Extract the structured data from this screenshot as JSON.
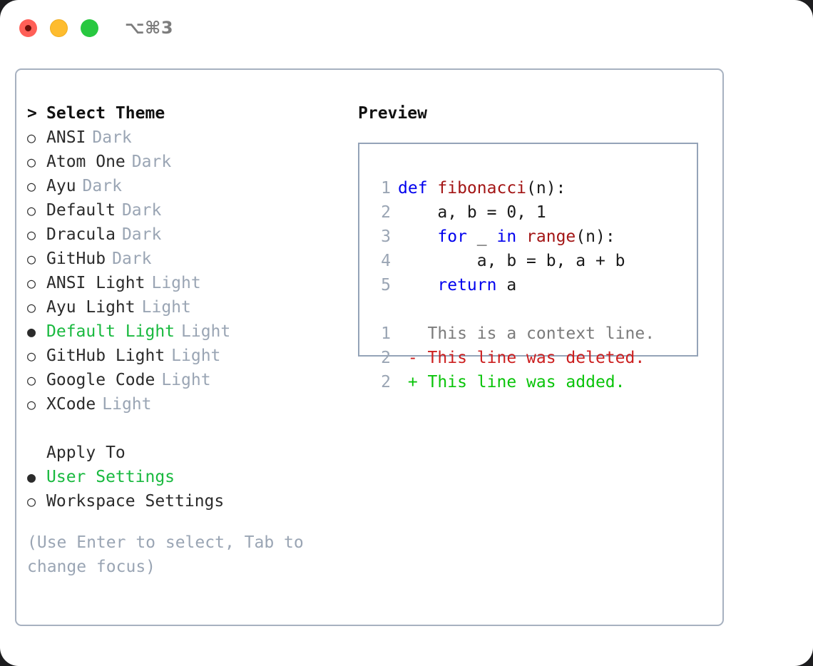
{
  "titlebar": {
    "shortcut": "⌥⌘3",
    "dots": [
      "close-red",
      "minimize-yellow",
      "zoom-green"
    ]
  },
  "theme_picker": {
    "heading": "Select Theme",
    "heading_marker": ">",
    "bullet_unselected": "○",
    "bullet_selected": "●",
    "items": [
      {
        "name": "ANSI",
        "suffix": "Dark",
        "selected": false
      },
      {
        "name": "Atom One",
        "suffix": "Dark",
        "selected": false
      },
      {
        "name": "Ayu",
        "suffix": "Dark",
        "selected": false
      },
      {
        "name": "Default",
        "suffix": "Dark",
        "selected": false
      },
      {
        "name": "Dracula",
        "suffix": "Dark",
        "selected": false
      },
      {
        "name": "GitHub",
        "suffix": "Dark",
        "selected": false
      },
      {
        "name": "ANSI Light",
        "suffix": "Light",
        "selected": false
      },
      {
        "name": "Ayu Light",
        "suffix": "Light",
        "selected": false
      },
      {
        "name": "Default Light",
        "suffix": "Light",
        "selected": true
      },
      {
        "name": "GitHub Light",
        "suffix": "Light",
        "selected": false
      },
      {
        "name": "Google Code",
        "suffix": "Light",
        "selected": false
      },
      {
        "name": "XCode",
        "suffix": "Light",
        "selected": false
      }
    ]
  },
  "apply_to": {
    "heading": "Apply To",
    "options": [
      {
        "name": "User Settings",
        "selected": true
      },
      {
        "name": "Workspace Settings",
        "selected": false
      }
    ]
  },
  "hint": "(Use Enter to select, Tab to\nchange focus)",
  "preview": {
    "title": "Preview",
    "code_lines": [
      {
        "num": "1",
        "tokens": [
          {
            "t": "def ",
            "c": "kw"
          },
          {
            "t": "fibonacci",
            "c": "fn"
          },
          {
            "t": "(n):",
            "c": "plain"
          }
        ]
      },
      {
        "num": "2",
        "tokens": [
          {
            "t": "    a, b = 0, 1",
            "c": "plain"
          }
        ]
      },
      {
        "num": "3",
        "tokens": [
          {
            "t": "    ",
            "c": "plain"
          },
          {
            "t": "for",
            "c": "kw"
          },
          {
            "t": " _ ",
            "c": "plain"
          },
          {
            "t": "in",
            "c": "kw"
          },
          {
            "t": " ",
            "c": "plain"
          },
          {
            "t": "range",
            "c": "fn"
          },
          {
            "t": "(n):",
            "c": "plain"
          }
        ]
      },
      {
        "num": "4",
        "tokens": [
          {
            "t": "        a, b = b, a + b",
            "c": "plain"
          }
        ]
      },
      {
        "num": "5",
        "tokens": [
          {
            "t": "    ",
            "c": "plain"
          },
          {
            "t": "return",
            "c": "kw"
          },
          {
            "t": " a",
            "c": "plain"
          }
        ]
      }
    ],
    "diff_lines": [
      {
        "num": "1",
        "marker": " ",
        "text": " This is a context line.",
        "kind": "ctx"
      },
      {
        "num": "2",
        "marker": "-",
        "text": " This line was deleted.",
        "kind": "del"
      },
      {
        "num": "2",
        "marker": "+",
        "text": " This line was added.",
        "kind": "add"
      }
    ]
  },
  "colors": {
    "accent_green": "#19b93f",
    "muted": "#9aa5b4",
    "border": "#a7b1c0",
    "preview_border": "#94a3b8",
    "keyword": "#0000ee",
    "function": "#a31515",
    "diff_add": "#0ac40a",
    "diff_del": "#cc1f1f"
  }
}
